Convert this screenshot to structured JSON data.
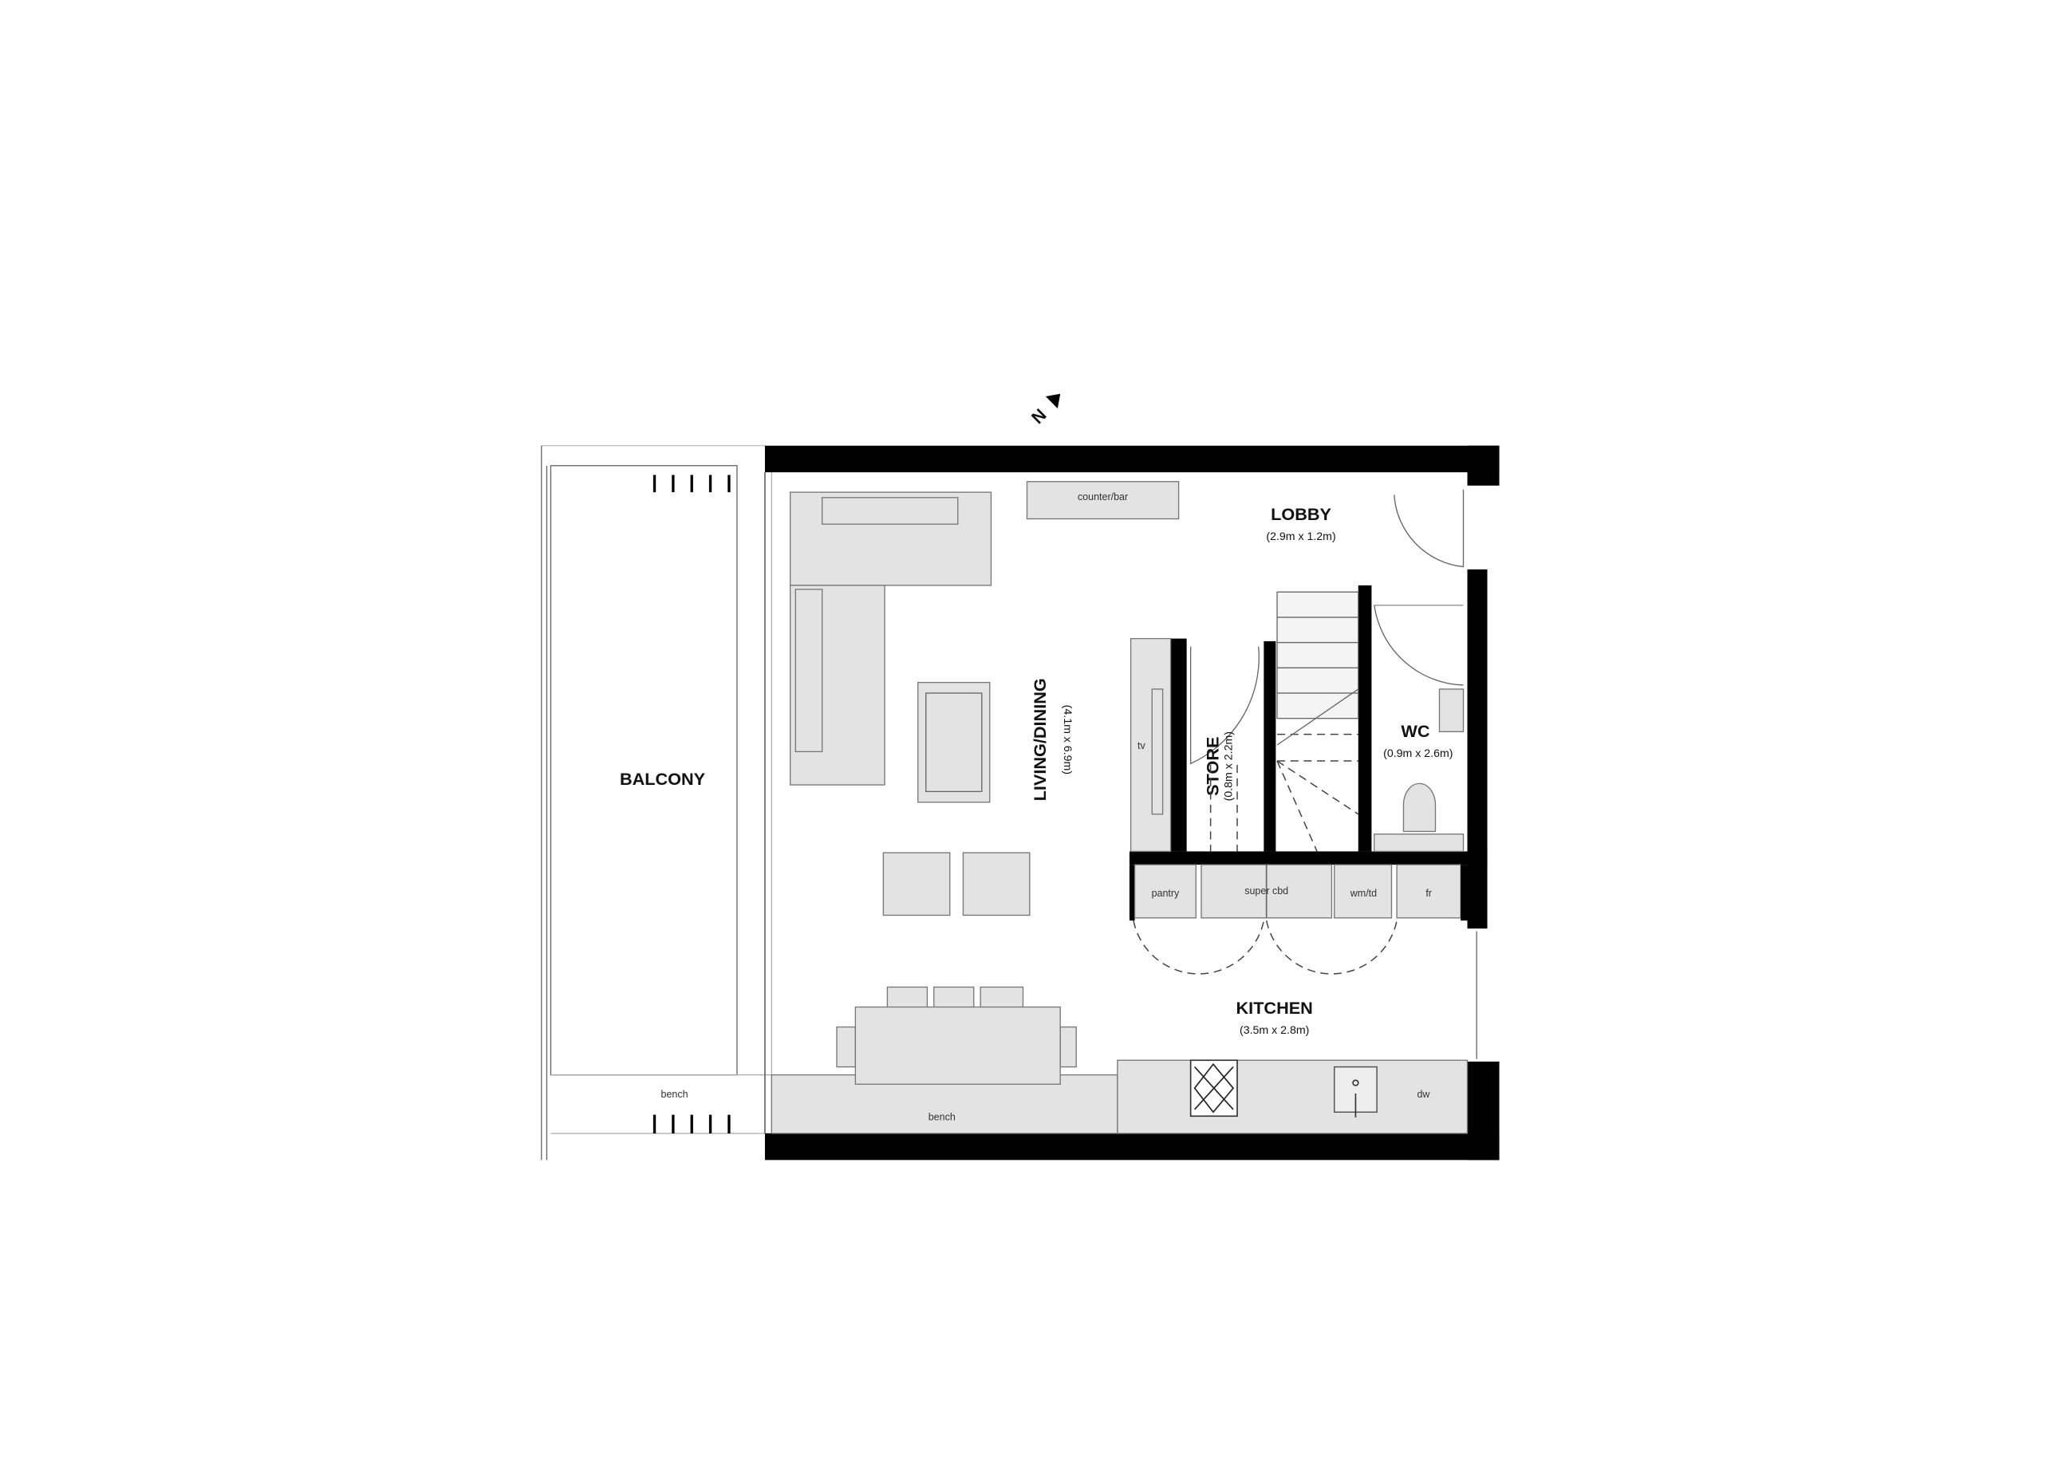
{
  "plan": {
    "north_label": "N",
    "rooms": {
      "lobby": {
        "name": "LOBBY",
        "size": "(2.9m x 1.2m)"
      },
      "living": {
        "name": "LIVING/DINING",
        "size": "(4.1m x 6.9m)"
      },
      "balcony": {
        "name": "BALCONY"
      },
      "store": {
        "name": "STORE",
        "size": "(0.8m x 2.2m)"
      },
      "wc": {
        "name": "WC",
        "size": "(0.9m x 2.6m)"
      },
      "kitchen": {
        "name": "KITCHEN",
        "size": "(3.5m x 2.8m)"
      }
    },
    "fixtures": {
      "counter": "counter/bar",
      "tv": "tv",
      "pantry": "pantry",
      "super_cbd": "super cbd",
      "wm_td": "wm/td",
      "fridge": "fr",
      "dishwasher": "dw",
      "bench_balcony": "bench",
      "bench_living": "bench"
    }
  }
}
